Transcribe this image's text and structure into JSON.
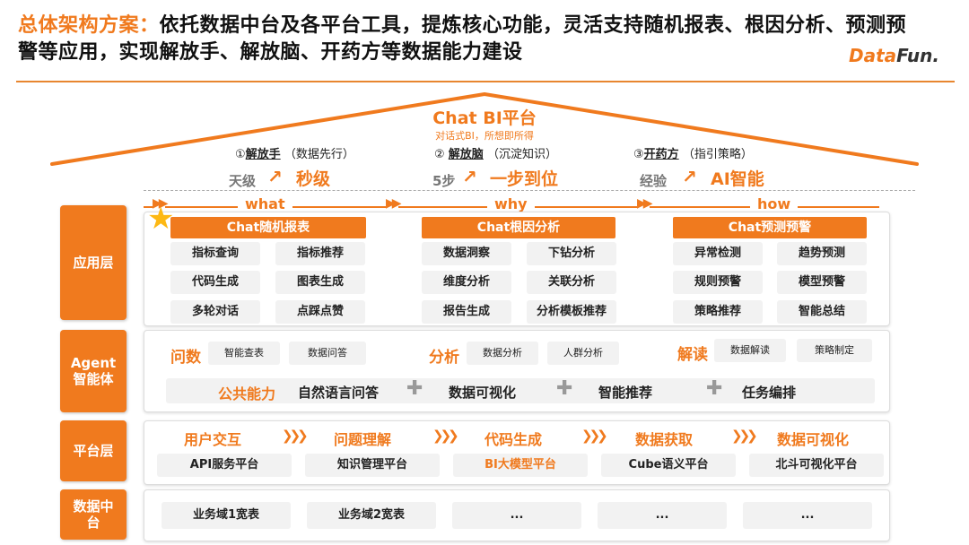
{
  "header": {
    "title_highlight": "总体架构方案：",
    "title_rest": "依托数据中台及各平台工具，提炼核心功能，灵活支持随机报表、根因分析、预测预警等应用，实现解放手、解放脑、开药方等数据能力建设",
    "logo_d": "D",
    "logo_ata": "ata",
    "logo_fun": "Fun."
  },
  "roof": {
    "title": "Chat BI平台",
    "subtitle": "对话式BI，所想即所得"
  },
  "pillars": [
    {
      "num": "①",
      "name": "解放手",
      "note": "（数据先行）",
      "from": "天级",
      "to": "秒级",
      "stage": "what"
    },
    {
      "num": "②",
      "name": "解放脑",
      "note": "（沉淀知识）",
      "from": "5步",
      "to": "一步到位",
      "stage": "why"
    },
    {
      "num": "③",
      "name": "开药方",
      "note": "（指引策略）",
      "from": "经验",
      "to": "AI智能",
      "stage": "how"
    }
  ],
  "layers": {
    "app": "应用层",
    "agent_line1": "Agent",
    "agent_line2": "智能体",
    "platform": "平台层",
    "data_line1": "数据中",
    "data_line2": "台"
  },
  "app_groups": [
    {
      "title": "Chat随机报表",
      "items": [
        "指标查询",
        "指标推荐",
        "代码生成",
        "图表生成",
        "多轮对话",
        "点踩点赞"
      ]
    },
    {
      "title": "Chat根因分析",
      "items": [
        "数据洞察",
        "下钻分析",
        "维度分析",
        "关联分析",
        "报告生成",
        "分析模板推荐"
      ]
    },
    {
      "title": "Chat预测预警",
      "items": [
        "异常检测",
        "趋势预测",
        "规则预警",
        "模型预警",
        "策略推荐",
        "智能总结"
      ]
    }
  ],
  "agents": [
    {
      "tag": "问数",
      "items": [
        "智能查表",
        "数据问答"
      ]
    },
    {
      "tag": "分析",
      "items": [
        "数据分析",
        "人群分析"
      ]
    },
    {
      "tag": "解读",
      "items": [
        "数据解读",
        "策略制定"
      ]
    }
  ],
  "public": {
    "label": "公共能力",
    "items": [
      "自然语言问答",
      "数据可视化",
      "智能推荐",
      "任务编排"
    ]
  },
  "platform_flow": [
    "用户交互",
    "问题理解",
    "代码生成",
    "数据获取",
    "数据可视化"
  ],
  "platform_items": [
    "API服务平台",
    "知识管理平台",
    "BI大模型平台",
    "Cube语义平台",
    "北斗可视化平台"
  ],
  "data_items": [
    "业务域1宽表",
    "业务域2宽表",
    "...",
    "...",
    "..."
  ],
  "colors": {
    "accent": "#F07A1E",
    "chip": "#F2F2F2",
    "star": "#FDB813"
  },
  "icons": [
    "star-icon",
    "arrow-up-right-icon",
    "double-chevron-right-icon",
    "plus-icon",
    "roof-line"
  ]
}
